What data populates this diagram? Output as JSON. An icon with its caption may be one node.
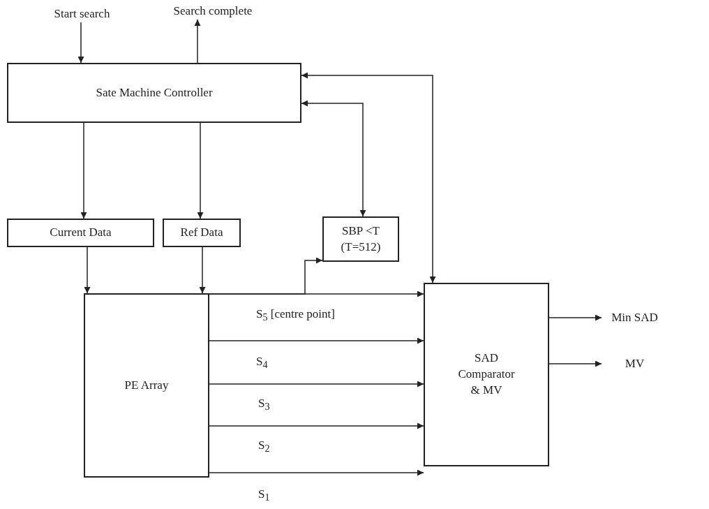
{
  "diagram": {
    "nodes": [
      {
        "text": [
          "Start search"
        ]
      },
      {
        "text": [
          "Search complete"
        ]
      },
      {
        "text": [
          "Sate Machine Controller"
        ]
      },
      {
        "text": [
          "Current Data"
        ]
      },
      {
        "text": [
          "Ref Data"
        ]
      },
      {
        "text": [
          "SBP <T",
          "(T=512)"
        ]
      },
      {
        "text": [
          "PE Array"
        ]
      },
      {
        "text": [
          "SAD Comparator & MV"
        ]
      },
      {
        "text": [
          "Min SAD"
        ]
      },
      {
        "text": [
          "MV"
        ]
      }
    ],
    "edges": [
      {
        "from": 0,
        "to": 2,
        "arrow": "to"
      },
      {
        "from": 2,
        "to": 1,
        "arrow": "to"
      },
      {
        "from": 2,
        "to": 3,
        "arrow": "to"
      },
      {
        "from": 2,
        "to": 4,
        "arrow": "to"
      },
      {
        "from": 2,
        "to": 5,
        "arrow": "both"
      },
      {
        "from": 2,
        "to": 7,
        "arrow": "both"
      },
      {
        "from": 3,
        "to": 6,
        "arrow": "to"
      },
      {
        "from": 4,
        "to": 6,
        "arrow": "to"
      },
      {
        "from": 6,
        "to": 5,
        "arrow": "to"
      },
      {
        "from": 6,
        "to": 7,
        "arrow": "to",
        "label": "S$_{5}$ [centre point]"
      },
      {
        "from": 6,
        "to": 7,
        "arrow": "to",
        "label": "S$_{4}$"
      },
      {
        "from": 6,
        "to": 7,
        "arrow": "to",
        "label": "S$_{3}$"
      },
      {
        "from": 6,
        "to": 7,
        "arrow": "to",
        "label": "S$_{2}$"
      },
      {
        "from": 6,
        "to": 7,
        "arrow": "to",
        "label": "S$_{1}$"
      },
      {
        "from": 7,
        "to": 8,
        "arrow": "to"
      },
      {
        "from": 7,
        "to": 9,
        "arrow": "to"
      }
    ]
  }
}
